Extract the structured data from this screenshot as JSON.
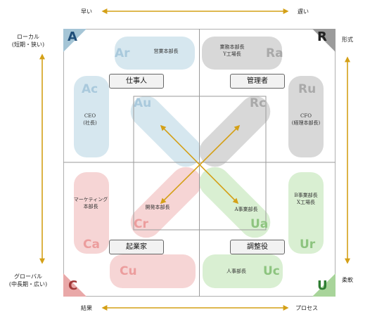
{
  "axes": {
    "top_left": "早い",
    "top_right": "遅い",
    "bottom_left": "結果",
    "bottom_right": "プロセス",
    "left_top_line1": "ローカル",
    "left_top_line2": "(短期・狭い)",
    "left_bottom_line1": "グローバル",
    "left_bottom_line2": "(中長期・広い)",
    "right_top": "形式",
    "right_bottom": "柔軟"
  },
  "corners": {
    "A": "A",
    "R": "R",
    "C": "C",
    "U": "U"
  },
  "codes": {
    "Ar": "Ar",
    "Ac": "Ac",
    "Au": "Au",
    "Ra": "Ra",
    "Ru": "Ru",
    "Rc": "Rc",
    "Cr": "Cr",
    "Ca": "Ca",
    "Cu": "Cu",
    "Ua": "Ua",
    "Ur": "Ur",
    "Uc": "Uc"
  },
  "roles": {
    "Ar": "営業本部長",
    "Ac_line1": "CEO",
    "Ac_line2": "(社長)",
    "Ra_line1": "業務本部長",
    "Ra_line2": "Y工場長",
    "Ru_line1": "CFO",
    "Ru_line2": "(経理本部長)",
    "Ca_line1": "マーケティング",
    "Ca_line2": "本部長",
    "Cr": "開発本部長",
    "Ua": "A事業部長",
    "Ur_line1": "B事業部長",
    "Ur_line2": "X工場長",
    "Uc": "人事部長"
  },
  "tags": {
    "A": "仕事人",
    "R": "管理者",
    "C": "起業家",
    "U": "調整役"
  },
  "colors": {
    "A": "#d6e7ef",
    "R": "#d8d8d8",
    "C": "#f6d5d5",
    "U": "#d9efd2",
    "arrow": "#d4a017"
  }
}
